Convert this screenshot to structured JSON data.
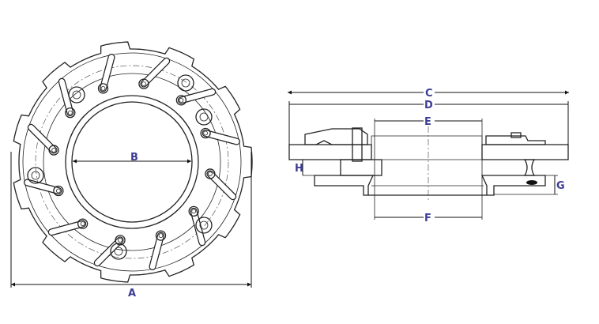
{
  "front_view": {
    "labels": {
      "A": "A",
      "B": "B"
    }
  },
  "section_view": {
    "labels": {
      "C": "C",
      "D": "D",
      "E": "E",
      "F": "F",
      "G": "G",
      "H": "H"
    }
  },
  "colors": {
    "label": "#3d3d94",
    "line": "#222222"
  }
}
